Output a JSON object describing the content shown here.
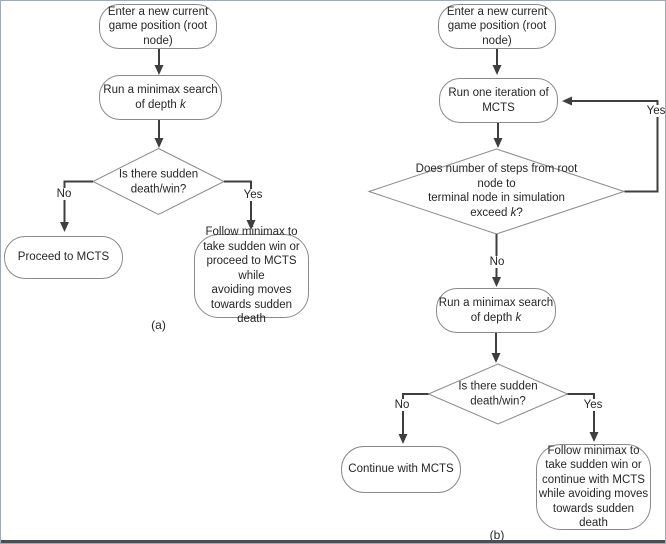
{
  "colors": {
    "frame_border": "#a3a9b1",
    "bottom_rule": "#4b4f54",
    "shape_outline": "#8a8a8a",
    "connector": "#3f3f3f",
    "text": "#262626"
  },
  "figure": {
    "panel_a": {
      "caption": "(a)",
      "nodes": {
        "start": "Enter a new current\ngame position (root\nnode)",
        "minimax": "Run a minimax search\nof depth *k*",
        "decision_sudden": "Is there sudden\ndeath/win?",
        "proceed_mcts": "Proceed to MCTS",
        "follow_minimax": "Follow minimax to\ntake sudden win or\nproceed to MCTS while\navoiding moves\ntowards sudden death"
      },
      "branch_labels": {
        "no": "No",
        "yes": "Yes"
      }
    },
    "panel_b": {
      "caption": "(b)",
      "nodes": {
        "start": "Enter a new current\ngame position (root\nnode)",
        "mcts_iteration": "Run one iteration of\nMCTS",
        "decision_steps": "Does number of steps from root node to\nterminal node in simulation exceed *k*?",
        "minimax": "Run a minimax search\nof depth *k*",
        "decision_sudden": "Is there sudden\ndeath/win?",
        "continue_mcts": "Continue with MCTS",
        "follow_minimax": "Follow minimax to\ntake sudden win or\ncontinue with MCTS\nwhile avoiding moves\ntowards sudden death"
      },
      "branch_labels": {
        "loop_yes": "Yes",
        "steps_no": "No",
        "sudden_no": "No",
        "sudden_yes": "Yes"
      }
    }
  }
}
